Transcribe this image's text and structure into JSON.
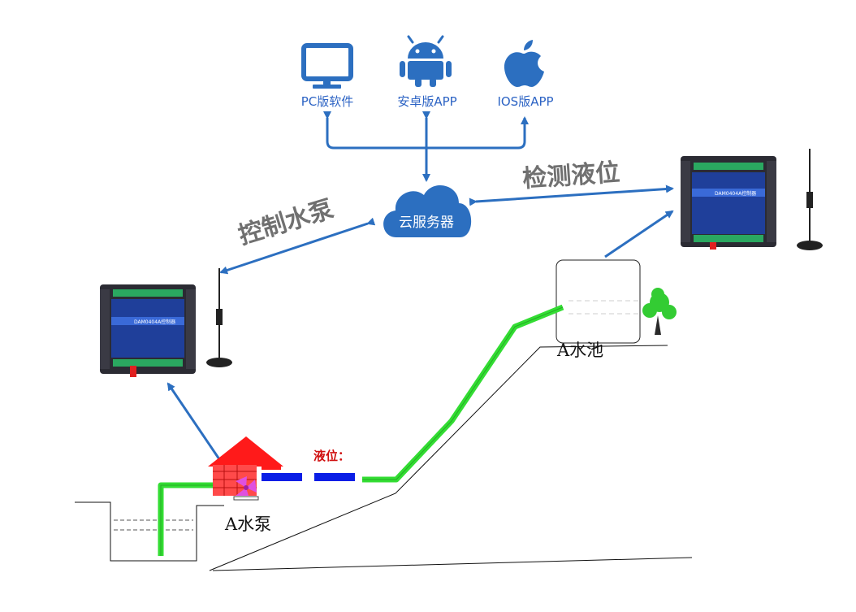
{
  "clients": {
    "pc": {
      "label": "PC版软件",
      "icon": "monitor-icon"
    },
    "android": {
      "label": "安卓版APP",
      "icon": "android-icon"
    },
    "ios": {
      "label": "IOS版APP",
      "icon": "apple-icon"
    }
  },
  "cloud": {
    "label": "云服务器",
    "icon": "cloud-icon"
  },
  "links": {
    "control_pump": "控制水泵",
    "detect_level": "检测液位"
  },
  "controller": {
    "model_label": "DAM0404A控制器"
  },
  "site": {
    "pump_label": "A水泵",
    "pool_label": "A水池",
    "level_label": "液位："
  },
  "colors": {
    "accent_blue": "#2c6fc0",
    "pipe_green": "#33dd33",
    "pump_house_red": "#ff1a1a",
    "level_blue": "#0a1ee6",
    "tree_green": "#33cc33"
  }
}
